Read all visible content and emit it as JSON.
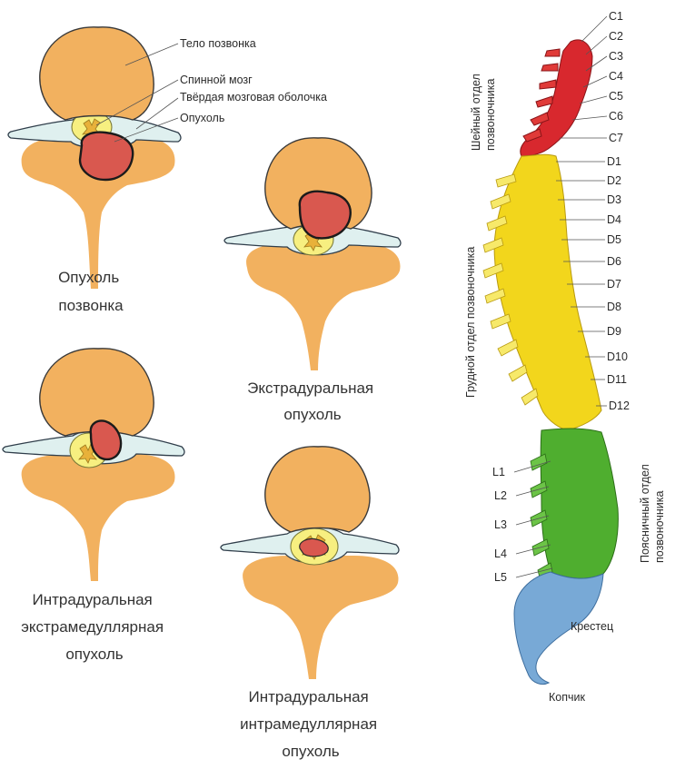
{
  "labels": {
    "vertebral_body": "Тело позвонка",
    "spinal_cord": "Спинной мозг",
    "dura": "Твёрдая мозговая оболочка",
    "tumor": "Опухоль"
  },
  "captions": {
    "vertebral": [
      "Опухоль",
      "позвонка"
    ],
    "extradural": [
      "Экстрадуральная",
      "опухоль"
    ],
    "intradural_extramedullary": [
      "Интрадуральная",
      "экстрамедуллярная",
      "опухоль"
    ],
    "intradural_intramedullary": [
      "Интрадуральная",
      "интрамедуллярная",
      "опухоль"
    ]
  },
  "spine": {
    "vertebrae": [
      "C1",
      "C2",
      "C3",
      "C4",
      "C5",
      "C6",
      "C7",
      "D1",
      "D2",
      "D3",
      "D4",
      "D5",
      "D6",
      "D7",
      "D8",
      "D9",
      "D10",
      "D11",
      "D12",
      "L1",
      "L2",
      "L3",
      "L4",
      "L5"
    ],
    "regions": {
      "cervical": [
        "Шейный отдел",
        "позвоночника"
      ],
      "thoracic": "Грудной отдел позвоночника",
      "lumbar": [
        "Поясничный отдел",
        "позвоночника"
      ],
      "sacrum": "Крестец",
      "coccyx": "Копчик"
    },
    "colors": {
      "cervical": "#d8282e",
      "thoracic": "#f2d61c",
      "lumbar": "#4fae2f",
      "sacrum": "#78a9d6"
    }
  },
  "colors": {
    "bone": "#f2b15f",
    "dura": "#dff0ef",
    "cord": "#f7ef80",
    "tumor": "#d9584f"
  }
}
